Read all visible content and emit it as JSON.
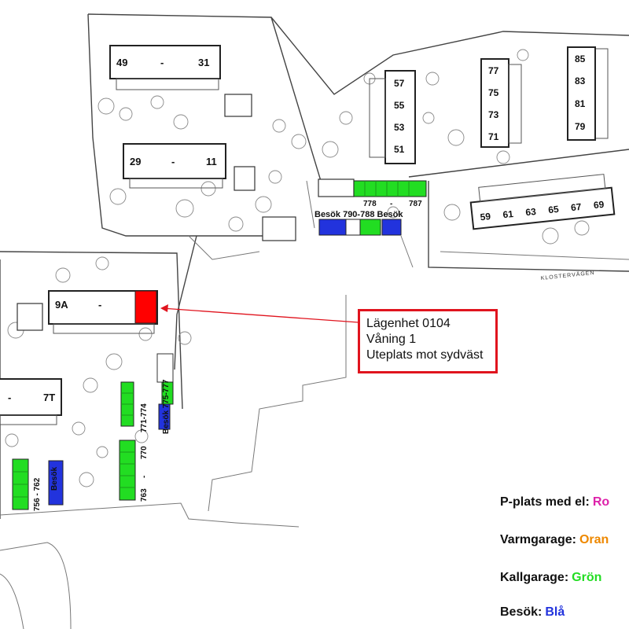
{
  "map": {
    "buildings": {
      "top_left_1": [
        "49",
        "-",
        "31"
      ],
      "top_left_2": [
        "29",
        "-",
        "11"
      ],
      "row_a": [
        "57",
        "55",
        "53",
        "51"
      ],
      "row_b": [
        "77",
        "75",
        "73",
        "71"
      ],
      "row_c": [
        "85",
        "83",
        "81",
        "79"
      ],
      "row_d": [
        "59",
        "61",
        "63",
        "65",
        "67",
        "69"
      ],
      "mid_left": [
        "9A",
        "-"
      ],
      "bottom_left": [
        "-",
        "7T"
      ]
    },
    "parking": {
      "p778": "778",
      "p778_dash": "-",
      "p787": "787",
      "visitor_790": "Besök 790-788 Besök",
      "p771": "771-774",
      "visitor_775": "Besök 775-777",
      "p763": "763",
      "p763_dash": "-",
      "p770": "770",
      "p756": "756 - 762",
      "visitor_left": "Besök"
    },
    "street": "KLOSTERVÄGEN"
  },
  "info": {
    "line1": "Lägenhet 0104",
    "line2": "Våning 1",
    "line3": "Uteplats mot sydväst"
  },
  "legend": {
    "el_label": "P-plats med el:",
    "el_value": "Ro",
    "warm_label": "Varmgarage:",
    "warm_value": "Oran",
    "cold_label": "Kallgarage:",
    "cold_value": "Grön",
    "visit_label": "Besök:",
    "visit_value": "Blå"
  },
  "colors": {
    "apartment_highlight": "#ff0000",
    "info_border": "#e0141e",
    "green": "#22dd22",
    "blue": "#2233dd",
    "pink": "#dd22aa",
    "orange": "#ee8800"
  }
}
